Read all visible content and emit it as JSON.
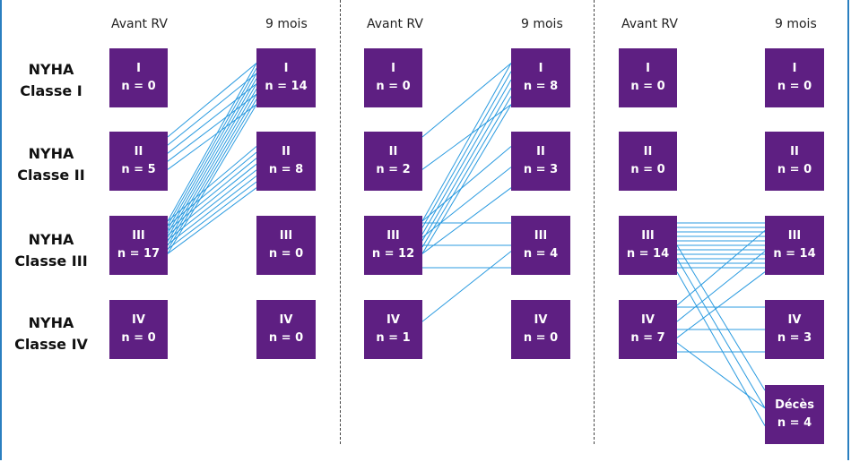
{
  "row_labels": [
    {
      "line1": "NYHA",
      "line2": "Classe I"
    },
    {
      "line1": "NYHA",
      "line2": "Classe II"
    },
    {
      "line1": "NYHA",
      "line2": "Classe III"
    },
    {
      "line1": "NYHA",
      "line2": "Classe IV"
    }
  ],
  "panels": [
    {
      "before_header": "Avant RV",
      "after_header": "9 mois",
      "before": [
        {
          "cls": "I",
          "n": "n = 0"
        },
        {
          "cls": "II",
          "n": "n = 5"
        },
        {
          "cls": "III",
          "n": "n = 17"
        },
        {
          "cls": "IV",
          "n": "n = 0"
        }
      ],
      "after": [
        {
          "cls": "I",
          "n": "n = 14"
        },
        {
          "cls": "II",
          "n": "n = 8"
        },
        {
          "cls": "III",
          "n": "n = 0"
        },
        {
          "cls": "IV",
          "n": "n = 0"
        }
      ]
    },
    {
      "before_header": "Avant RV",
      "after_header": "9 mois",
      "before": [
        {
          "cls": "I",
          "n": "n = 0"
        },
        {
          "cls": "II",
          "n": "n = 2"
        },
        {
          "cls": "III",
          "n": "n = 12"
        },
        {
          "cls": "IV",
          "n": "n = 1"
        }
      ],
      "after": [
        {
          "cls": "I",
          "n": "n = 8"
        },
        {
          "cls": "II",
          "n": "n = 3"
        },
        {
          "cls": "III",
          "n": "n = 4"
        },
        {
          "cls": "IV",
          "n": "n = 0"
        }
      ]
    },
    {
      "before_header": "Avant RV",
      "after_header": "9 mois",
      "before": [
        {
          "cls": "I",
          "n": "n = 0"
        },
        {
          "cls": "II",
          "n": "n = 0"
        },
        {
          "cls": "III",
          "n": "n = 14"
        },
        {
          "cls": "IV",
          "n": "n = 7"
        }
      ],
      "after": [
        {
          "cls": "I",
          "n": "n = 0"
        },
        {
          "cls": "II",
          "n": "n = 0"
        },
        {
          "cls": "III",
          "n": "n = 14"
        },
        {
          "cls": "IV",
          "n": "n = 3"
        },
        {
          "cls": "Décès",
          "n": "n = 4"
        }
      ]
    }
  ],
  "transitions": [
    [
      {
        "from": "II",
        "to": "I",
        "count": 5
      },
      {
        "from": "III",
        "to": "I",
        "count": 9
      },
      {
        "from": "III",
        "to": "II",
        "count": 8
      }
    ],
    [
      {
        "from": "II",
        "to": "I",
        "count": 2
      },
      {
        "from": "III",
        "to": "I",
        "count": 6
      },
      {
        "from": "III",
        "to": "II",
        "count": 3
      },
      {
        "from": "III",
        "to": "III",
        "count": 3
      },
      {
        "from": "IV",
        "to": "III",
        "count": 1
      }
    ],
    [
      {
        "from": "III",
        "to": "III",
        "count": 11
      },
      {
        "from": "III",
        "to": "Décès",
        "count": 3
      },
      {
        "from": "IV",
        "to": "III",
        "count": 3
      },
      {
        "from": "IV",
        "to": "IV",
        "count": 3
      },
      {
        "from": "IV",
        "to": "Décès",
        "count": 1
      }
    ]
  ],
  "colors": {
    "box": "#5e1f82",
    "line": "#2b9be0",
    "border": "#2a7fc0"
  }
}
